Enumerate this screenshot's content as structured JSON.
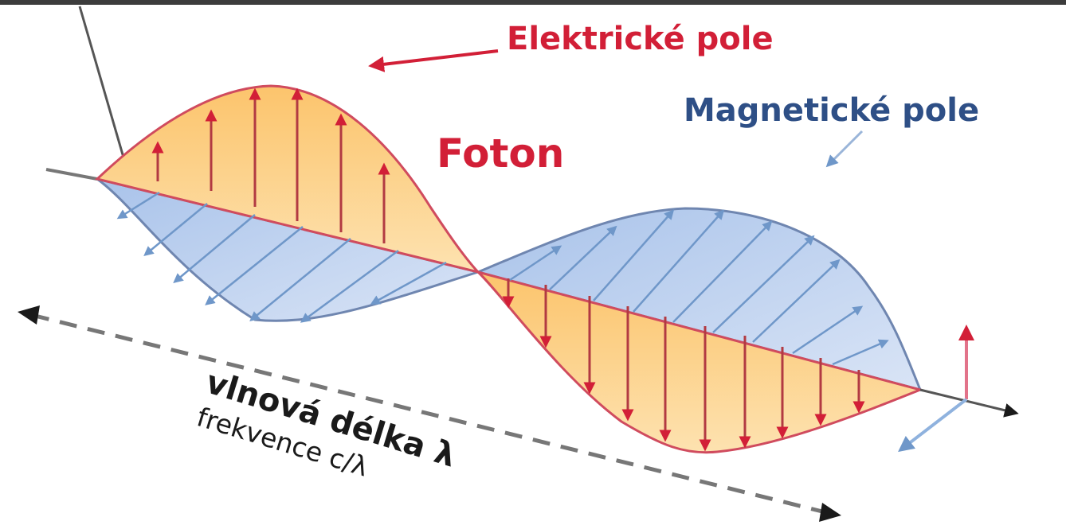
{
  "labels": {
    "electric_field": "Elektrické pole",
    "magnetic_field": "Magnetické pole",
    "photon": "Foton",
    "wavelength": "vlnová délka λ",
    "frequency": "frekvence c/λ"
  },
  "colors": {
    "electric": "#d21f37",
    "magnetic": "#2e4f86",
    "electric_fill": "#fbcf7c",
    "magnetic_fill": "#bcd0ee",
    "magnetic_vector": "#6f97c9",
    "axis": "#1a1a1a"
  }
}
